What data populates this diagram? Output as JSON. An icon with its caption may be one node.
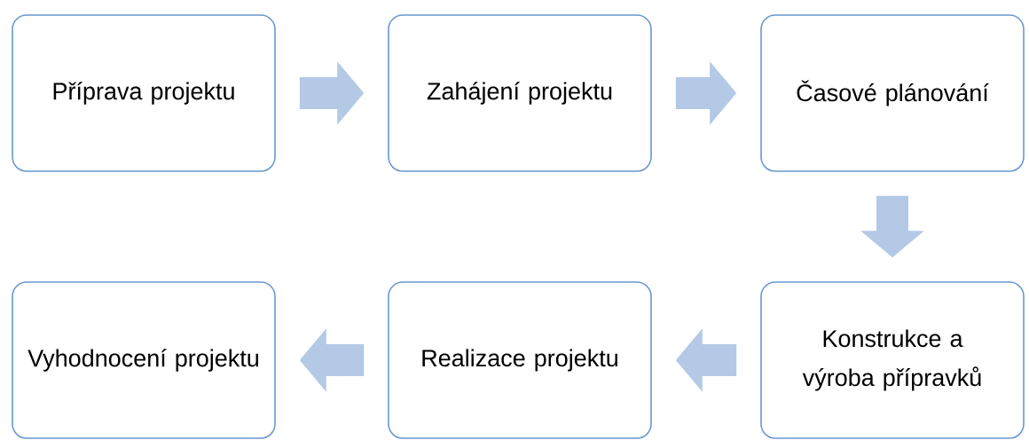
{
  "diagram": {
    "nodes": [
      {
        "text": [
          "Příprava projektu"
        ]
      },
      {
        "text": [
          "Zahájení projektu"
        ]
      },
      {
        "text": [
          "Časové plánování"
        ]
      },
      {
        "text": [
          "Konstrukce a výroba přípravků"
        ]
      },
      {
        "text": [
          "Realizace projektu"
        ]
      },
      {
        "text": [
          "Vyhodnocení projektu"
        ]
      }
    ],
    "edges": [
      {
        "from": 0,
        "to": 1,
        "arrow": "to"
      },
      {
        "from": 1,
        "to": 2,
        "arrow": "to"
      },
      {
        "from": 2,
        "to": 3,
        "arrow": "to"
      },
      {
        "from": 3,
        "to": 4,
        "arrow": "to"
      },
      {
        "from": 4,
        "to": 5,
        "arrow": "to"
      }
    ]
  }
}
